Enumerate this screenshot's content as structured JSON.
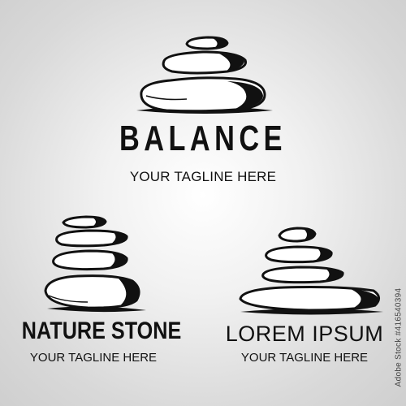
{
  "logos": [
    {
      "name": "BALANCE",
      "tagline": "YOUR TAGLINE HERE"
    },
    {
      "name": "NATURE STONE",
      "tagline": "YOUR TAGLINE HERE"
    },
    {
      "name": "LOREM IPSUM",
      "tagline": "YOUR TAGLINE HERE"
    }
  ],
  "watermark": {
    "brand": "Adobe Stock",
    "id": "#416540394"
  },
  "colors": {
    "ink": "#111111",
    "stone_fill": "#ffffff",
    "background_center": "#ffffff",
    "background_edge": "#cfcfcf"
  }
}
